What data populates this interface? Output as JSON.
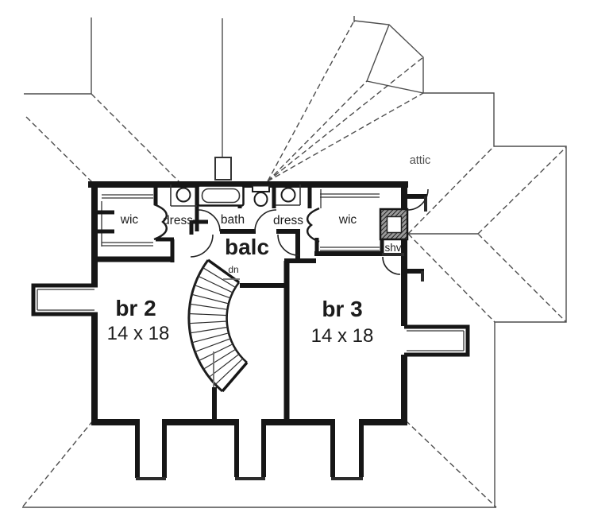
{
  "plan": {
    "labels": {
      "attic": "attic",
      "wic_left": "wic",
      "dress_left": "dress",
      "bath": "bath",
      "dress_right": "dress",
      "wic_right": "wic",
      "shv": "shv",
      "balc": "balc",
      "dn": "dn",
      "br2": "br 2",
      "br2_size": "14 x 18",
      "br3": "br 3",
      "br3_size": "14 x 18"
    },
    "colors": {
      "wall": "#161616",
      "roof_line": "#4d4d4d",
      "background": "#ffffff",
      "text": "#1c1c1c",
      "muted_text": "#4f4f4f"
    },
    "fixtures": {
      "bathtub": "bathtub",
      "toilet": "toilet",
      "sink_left": "sink",
      "sink_right": "sink",
      "chimney": "chimney",
      "staircase": "curved-staircase-down"
    }
  }
}
